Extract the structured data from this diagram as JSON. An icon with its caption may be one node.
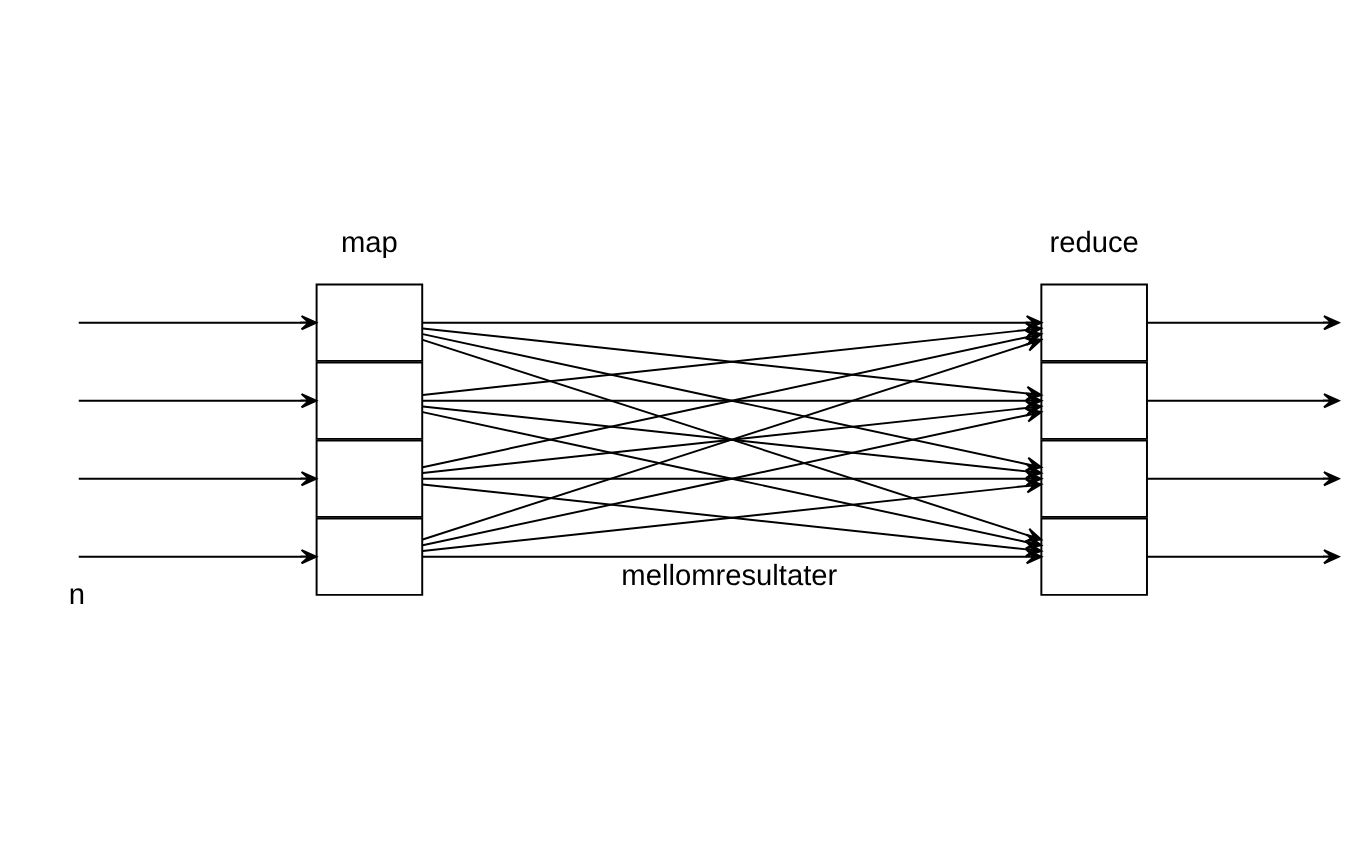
{
  "diagram": {
    "nodes": [
      {
        "text": [],
        "shape": "box"
      },
      {
        "text": [],
        "shape": "box"
      },
      {
        "text": [],
        "shape": "box"
      },
      {
        "text": [],
        "shape": "box"
      },
      {
        "text": [],
        "shape": "box"
      },
      {
        "text": [],
        "shape": "box"
      },
      {
        "text": [],
        "shape": "box"
      },
      {
        "text": [],
        "shape": "box"
      }
    ],
    "edges": [
      {
        "from": null,
        "to": 0,
        "arrow": "to"
      },
      {
        "from": null,
        "to": 1,
        "arrow": "to"
      },
      {
        "from": null,
        "to": 2,
        "arrow": "to"
      },
      {
        "from": null,
        "to": 3,
        "arrow": "to"
      },
      {
        "from": 0,
        "to": 4,
        "arrow": "to"
      },
      {
        "from": 0,
        "to": 5,
        "arrow": "to"
      },
      {
        "from": 0,
        "to": 6,
        "arrow": "to"
      },
      {
        "from": 0,
        "to": 7,
        "arrow": "to"
      },
      {
        "from": 1,
        "to": 4,
        "arrow": "to"
      },
      {
        "from": 1,
        "to": 5,
        "arrow": "to"
      },
      {
        "from": 1,
        "to": 6,
        "arrow": "to"
      },
      {
        "from": 1,
        "to": 7,
        "arrow": "to"
      },
      {
        "from": 2,
        "to": 4,
        "arrow": "to"
      },
      {
        "from": 2,
        "to": 5,
        "arrow": "to"
      },
      {
        "from": 2,
        "to": 6,
        "arrow": "to"
      },
      {
        "from": 2,
        "to": 7,
        "arrow": "to"
      },
      {
        "from": 3,
        "to": 4,
        "arrow": "to"
      },
      {
        "from": 3,
        "to": 5,
        "arrow": "to"
      },
      {
        "from": 3,
        "to": 6,
        "arrow": "to"
      },
      {
        "from": 3,
        "to": 7,
        "arrow": "to"
      },
      {
        "from": 4,
        "to": null,
        "arrow": "to"
      },
      {
        "from": 5,
        "to": null,
        "arrow": "to"
      },
      {
        "from": 6,
        "to": null,
        "arrow": "to"
      },
      {
        "from": 7,
        "to": null,
        "arrow": "to"
      }
    ],
    "labels": [
      "map",
      "reduce",
      "n",
      "mellomresultater"
    ]
  }
}
